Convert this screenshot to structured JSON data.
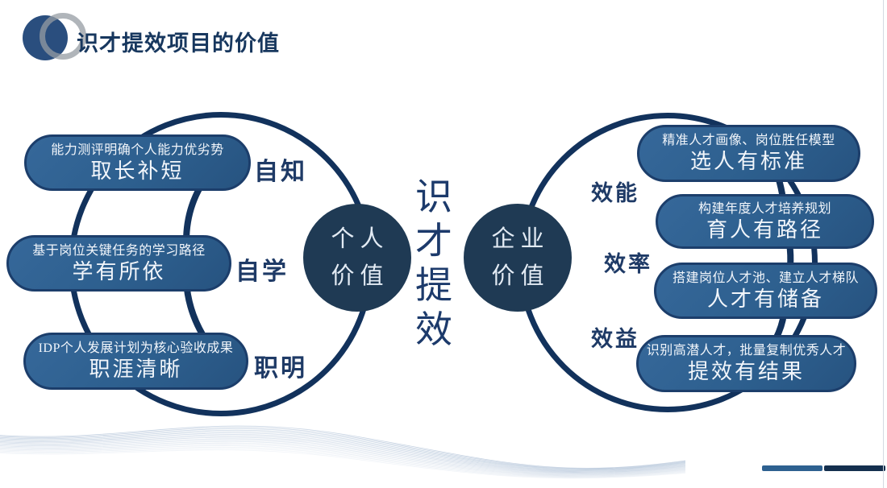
{
  "header": {
    "title": "识才提效项目的价值"
  },
  "center": {
    "chars": [
      "识",
      "才",
      "提",
      "效"
    ]
  },
  "left_circle": {
    "hub_line1": "个人",
    "hub_line2": "价值",
    "items": [
      {
        "desc": "能力测评明确个人能力优劣势",
        "result": "取长补短",
        "tag": "自知"
      },
      {
        "desc": "基于岗位关键任务的学习路径",
        "result": "学有所依",
        "tag": "自学"
      },
      {
        "desc": "IDP个人发展计划为核心验收成果",
        "result": "职涯清晰",
        "tag": "职明"
      }
    ]
  },
  "right_circle": {
    "hub_line1": "企业",
    "hub_line2": "价值",
    "tags": [
      "效能",
      "效率",
      "效益"
    ],
    "items": [
      {
        "desc": "精准人才画像、岗位胜任模型",
        "result": "选人有标准"
      },
      {
        "desc": "构建年度人才培养规划",
        "result": "育人有路径"
      },
      {
        "desc": "搭建岗位人才池、建立人才梯队",
        "result": "人才有储备"
      },
      {
        "desc": "识别高潜人才，批量复制优秀人才",
        "result": "提效有结果"
      }
    ]
  },
  "colors": {
    "title_navy": "#17375e",
    "ring_navy": "#12325c",
    "pill_fill": "#2d5f8e",
    "pill_border": "#1c3e6b",
    "hub_fill": "#1f3a54",
    "tag_text": "#1e3a66",
    "footer_blue": "#2e6190",
    "footer_navy": "#142f4e"
  }
}
